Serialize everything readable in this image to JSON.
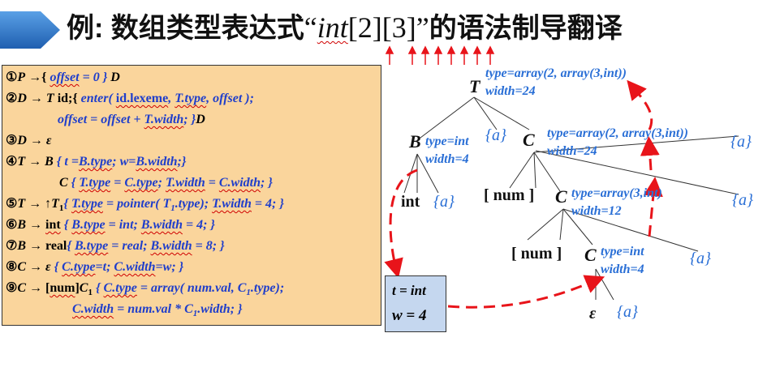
{
  "title": {
    "prefix": "例: 数组类型表达式",
    "open_quote": "“",
    "expr_int": "int",
    "expr_dims": "[2][3]",
    "close_quote": "”",
    "suffix": "的语法制导翻译"
  },
  "rules": [
    {
      "num": "①",
      "parts": [
        "P",
        " →{ ",
        "offset",
        " = 0 } ",
        "D"
      ]
    },
    {
      "num": "②",
      "parts": [
        "D",
        " → ",
        "T",
        " id;{ ",
        "enter",
        "( ",
        "id.lexeme",
        ", ",
        "T.type",
        ", ",
        "offset",
        " );"
      ]
    },
    {
      "num": "",
      "parts": [
        "offset",
        " = ",
        "offset",
        " + ",
        "T.width",
        "; }",
        "D"
      ]
    },
    {
      "num": "③",
      "parts": [
        "D",
        " → ",
        "ε"
      ]
    },
    {
      "num": "④",
      "parts": [
        "T",
        " → ",
        "B",
        "   { ",
        "t",
        " =",
        "B.type",
        "; ",
        "w",
        "=",
        "B.width",
        ";}"
      ]
    },
    {
      "num": "",
      "parts": [
        "C",
        "   { ",
        "T.type",
        " = ",
        "C.type",
        "; ",
        "T.width",
        " = ",
        "C.width",
        "; }"
      ]
    },
    {
      "num": "⑤",
      "parts": [
        "T",
        " → ↑",
        "T",
        "1",
        "{ ",
        "T.type",
        " = ",
        "pointer",
        "( ",
        "T",
        "1",
        ".type); ",
        "T.width",
        " = 4; }"
      ]
    },
    {
      "num": "⑥",
      "parts": [
        "B",
        " → ",
        "int",
        " { ",
        "B.type",
        " = ",
        "int",
        "; ",
        "B.width",
        " = 4; }"
      ]
    },
    {
      "num": "⑦",
      "parts": [
        "B",
        " → ",
        "real",
        "{ ",
        "B.type",
        " = ",
        "real",
        "; ",
        "B.width",
        " = 8; }"
      ]
    },
    {
      "num": "⑧",
      "parts": [
        "C",
        " → ",
        "ε",
        "  { ",
        "C.type",
        "=",
        "t",
        "; ",
        "C.width",
        "=",
        "w",
        "; }"
      ]
    },
    {
      "num": "⑨",
      "parts": [
        "C",
        " → [",
        "num",
        "]",
        "C",
        "1",
        " { ",
        "C.type",
        " = ",
        "array",
        "( ",
        "num.val",
        ", ",
        "C",
        "1",
        ".type);"
      ]
    },
    {
      "num": "",
      "parts": [
        "C.width",
        " = ",
        "num.val",
        " * ",
        "C",
        "1",
        ".width",
        "; }"
      ]
    }
  ],
  "tree": {
    "T": {
      "label": "T",
      "type": "type=array(2, array(3,int))",
      "width": "width=24"
    },
    "B": {
      "label": "B",
      "type": "type=int",
      "width": "width=4"
    },
    "C1": {
      "label": "C",
      "type": "type=array(2, array(3,int))",
      "width": "width=24"
    },
    "C2": {
      "label": "C",
      "type": "type=array(3,int)",
      "width": "width=12"
    },
    "C3": {
      "label": "C",
      "type": "type=int",
      "width": "width=4"
    },
    "int_leaf": "int",
    "num1": "[ num ]",
    "num2": "[ num ]",
    "epsilon": "ε",
    "actions": [
      "{a}",
      "{a}",
      "{a}",
      "{a}",
      "{a}",
      "{a}"
    ]
  },
  "inherited_box": {
    "t_line": "t = int",
    "w_line": "w = 4"
  },
  "colors": {
    "arrow_red": "#e8141a",
    "attr_blue": "#2a6fd6",
    "rules_bg": "#fad59c",
    "box_bg": "#c5d7ef",
    "banner_blue": "#2e75c8"
  }
}
